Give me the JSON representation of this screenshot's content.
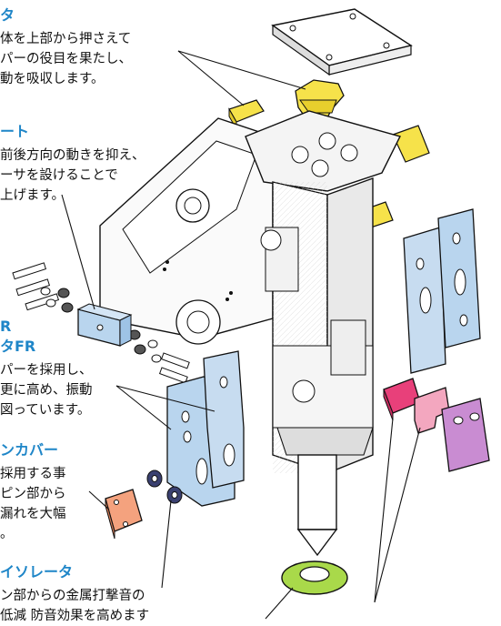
{
  "labels": {
    "stopper": {
      "title": "タ",
      "lines": [
        "体を上部から押さえて",
        "パーの役目を果たし、",
        "動を吸収します。"
      ]
    },
    "plate": {
      "title": "ート",
      "lines": [
        "前後方向の動きを抑え、",
        "ーサを設けることで",
        "上げます。"
      ]
    },
    "rubber": {
      "title_line1": "R",
      "title_line2": "タFR",
      "lines": [
        "パーを採用し、",
        "更に高め、振動",
        "図っています。"
      ]
    },
    "cover": {
      "title": "ンカバー",
      "lines": [
        "採用する事",
        "ピン部から",
        "漏れを大幅",
        "。"
      ]
    },
    "isolator": {
      "title": "イソレータ",
      "lines": [
        "ン部からの金属打撃音の",
        "低減 防音効果を高めます"
      ]
    }
  },
  "colors": {
    "title": "#1f86c8",
    "yellow_part": "#f6e24a",
    "blue_part": "#b9d5ee",
    "pink_part": "#e8407a",
    "purple_part": "#c98cd2",
    "orange_part": "#f4a27e",
    "green_ring": "#a9d94a"
  }
}
